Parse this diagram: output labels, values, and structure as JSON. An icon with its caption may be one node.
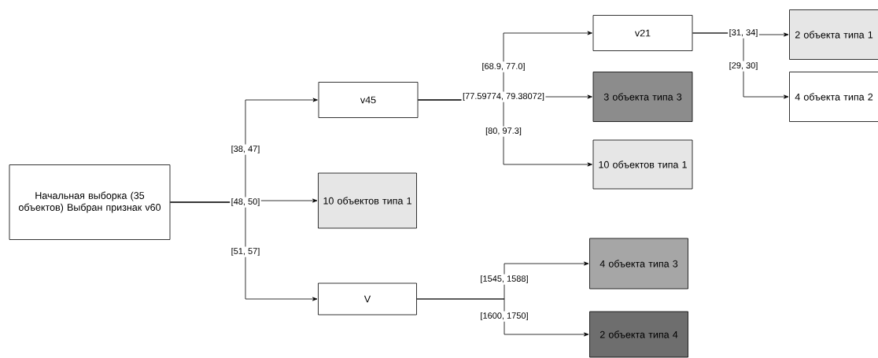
{
  "diagram": {
    "nodes": [
      {
        "text": [
          "Начальная выборка (35 объектов) Выбран признак v60"
        ]
      },
      {
        "text": [
          "v45"
        ]
      },
      {
        "text": [
          "10 объектов типа 1"
        ]
      },
      {
        "text": [
          "V"
        ]
      },
      {
        "text": [
          "v21"
        ]
      },
      {
        "text": [
          "3 объекта типа 3"
        ]
      },
      {
        "text": [
          "10 объектов типа 1"
        ]
      },
      {
        "text": [
          "4 объекта типа 3"
        ]
      },
      {
        "text": [
          "2 объекта типа 4"
        ]
      },
      {
        "text": [
          "2 объекта типа 1"
        ]
      },
      {
        "text": [
          "4 объекта типа 2"
        ]
      }
    ],
    "edges": [
      {
        "from": 0,
        "to": 1,
        "arrow": "to",
        "label": "[38, 47]"
      },
      {
        "from": 0,
        "to": 2,
        "arrow": "to",
        "label": "[48, 50]"
      },
      {
        "from": 0,
        "to": 3,
        "arrow": "to",
        "label": "[51, 57]"
      },
      {
        "from": 1,
        "to": 4,
        "arrow": "to",
        "label": "[68.9, 77.0]"
      },
      {
        "from": 1,
        "to": 5,
        "arrow": "to",
        "label": "[77.59774, 79.38072]"
      },
      {
        "from": 1,
        "to": 6,
        "arrow": "to",
        "label": "[80, 97.3]"
      },
      {
        "from": 3,
        "to": 7,
        "arrow": "to",
        "label": "[1545, 1588]"
      },
      {
        "from": 3,
        "to": 8,
        "arrow": "to",
        "label": "[1600, 1750]"
      },
      {
        "from": 4,
        "to": 9,
        "arrow": "to",
        "label": "[31, 34]"
      },
      {
        "from": 4,
        "to": 10,
        "arrow": "to",
        "label": "[29, 30]"
      }
    ]
  }
}
